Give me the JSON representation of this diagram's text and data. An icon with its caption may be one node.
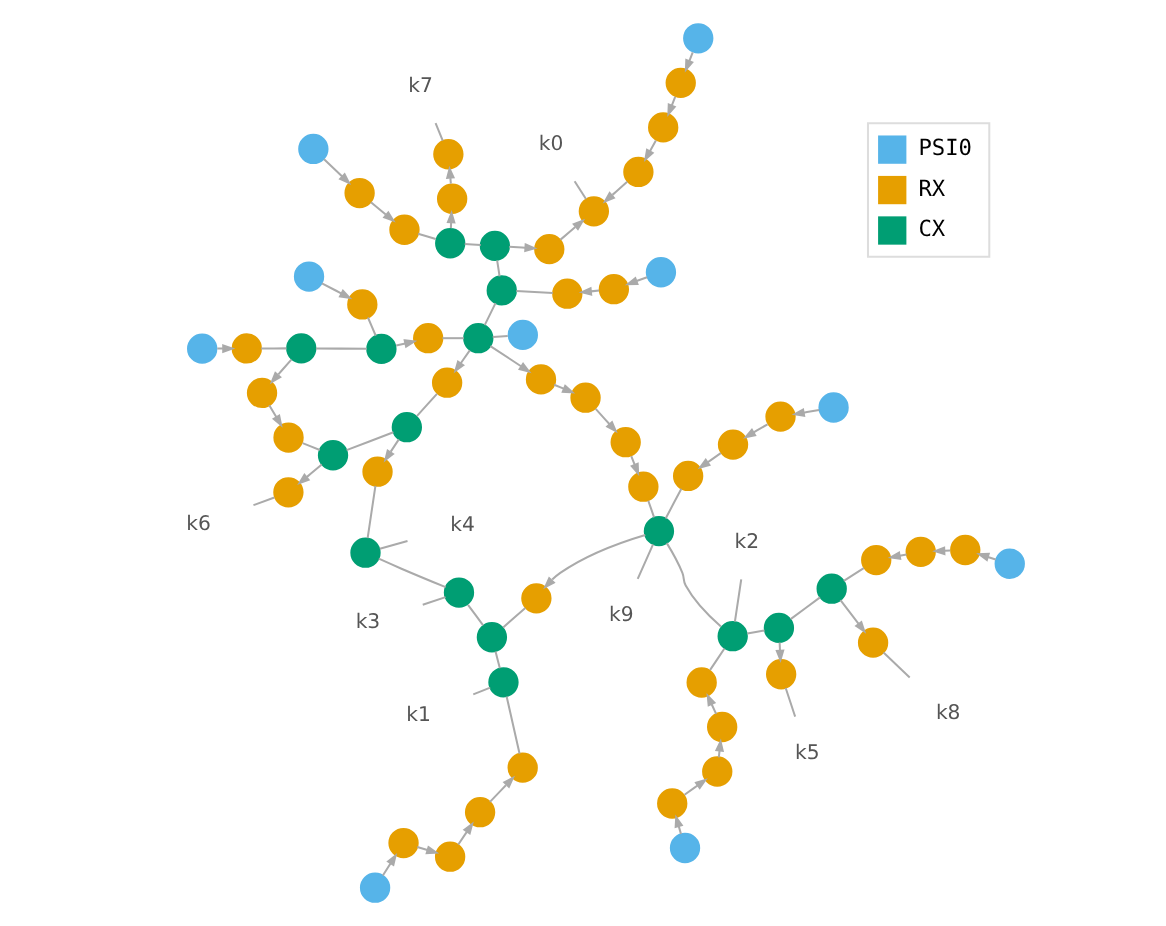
{
  "diagram": {
    "nodes": [
      {
        "text": [],
        "shape": "circle"
      },
      {
        "text": [],
        "shape": "circle"
      },
      {
        "text": [],
        "shape": "circle"
      },
      {
        "text": [],
        "shape": "circle"
      },
      {
        "text": [],
        "shape": "circle"
      },
      {
        "text": [],
        "shape": "circle"
      },
      {
        "text": [],
        "shape": "circle"
      },
      {
        "text": [],
        "shape": "circle"
      },
      {
        "text": [],
        "shape": "circle"
      },
      {
        "text": [],
        "shape": "circle"
      },
      {
        "text": [],
        "shape": "circle"
      },
      {
        "text": [],
        "shape": "circle"
      },
      {
        "text": [],
        "shape": "circle"
      },
      {
        "text": [],
        "shape": "circle"
      },
      {
        "text": [],
        "shape": "circle"
      },
      {
        "text": [],
        "shape": "circle"
      },
      {
        "text": [],
        "shape": "circle"
      },
      {
        "text": [],
        "shape": "circle"
      },
      {
        "text": [],
        "shape": "circle"
      },
      {
        "text": [],
        "shape": "circle"
      },
      {
        "text": [],
        "shape": "circle"
      },
      {
        "text": [],
        "shape": "circle"
      },
      {
        "text": [],
        "shape": "circle"
      },
      {
        "text": [],
        "shape": "circle"
      },
      {
        "text": [],
        "shape": "circle"
      },
      {
        "text": [],
        "shape": "circle"
      },
      {
        "text": [],
        "shape": "circle"
      },
      {
        "text": [],
        "shape": "circle"
      },
      {
        "text": [],
        "shape": "circle"
      },
      {
        "text": [],
        "shape": "circle"
      },
      {
        "text": [],
        "shape": "circle"
      },
      {
        "text": [],
        "shape": "circle"
      },
      {
        "text": [],
        "shape": "circle"
      },
      {
        "text": [],
        "shape": "circle"
      },
      {
        "text": [],
        "shape": "circle"
      },
      {
        "text": [],
        "shape": "circle"
      },
      {
        "text": [],
        "shape": "circle"
      },
      {
        "text": [],
        "shape": "circle"
      },
      {
        "text": [],
        "shape": "circle"
      },
      {
        "text": [],
        "shape": "circle"
      },
      {
        "text": [],
        "shape": "circle"
      },
      {
        "text": [],
        "shape": "circle"
      },
      {
        "text": [],
        "shape": "circle"
      },
      {
        "text": [],
        "shape": "circle"
      },
      {
        "text": [],
        "shape": "circle"
      },
      {
        "text": [],
        "shape": "circle"
      },
      {
        "text": [],
        "shape": "circle"
      },
      {
        "text": [],
        "shape": "circle"
      },
      {
        "text": [],
        "shape": "circle"
      },
      {
        "text": [],
        "shape": "circle"
      },
      {
        "text": [],
        "shape": "circle"
      },
      {
        "text": [],
        "shape": "circle"
      },
      {
        "text": [],
        "shape": "circle"
      },
      {
        "text": [],
        "shape": "circle"
      },
      {
        "text": [],
        "shape": "circle"
      },
      {
        "text": [],
        "shape": "circle"
      },
      {
        "text": [],
        "shape": "circle"
      },
      {
        "text": [],
        "shape": "circle"
      },
      {
        "text": [],
        "shape": "circle"
      },
      {
        "text": [],
        "shape": "circle"
      },
      {
        "text": [],
        "shape": "circle"
      },
      {
        "text": [],
        "shape": "circle"
      },
      {
        "text": [],
        "shape": "circle"
      },
      {
        "text": [],
        "shape": "circle"
      },
      {
        "text": [],
        "shape": "circle"
      },
      {
        "text": [],
        "shape": "circle"
      },
      {
        "text": [
          "k6"
        ]
      },
      {
        "text": [
          "k4"
        ]
      },
      {
        "text": [
          "k3"
        ]
      },
      {
        "text": [
          "k1"
        ]
      },
      {
        "text": [
          "k9"
        ]
      },
      {
        "text": [
          "k2"
        ]
      },
      {
        "text": [
          "k0"
        ]
      },
      {
        "text": [
          "k5"
        ]
      },
      {
        "text": [
          "k8"
        ]
      },
      {
        "text": [
          "k7"
        ]
      }
    ],
    "edges": [
      {
        "from": 0,
        "to": 10,
        "arrow": "to"
      },
      {
        "from": 10,
        "to": 50,
        "arrow": "none"
      },
      {
        "from": 50,
        "to": 12,
        "arrow": "to"
      },
      {
        "from": 12,
        "to": 13,
        "arrow": "to"
      },
      {
        "from": 13,
        "to": 52,
        "arrow": "none"
      },
      {
        "from": 52,
        "to": 14,
        "arrow": "to"
      },
      {
        "from": 14,
        "to": 66,
        "arrow": "none"
      },
      {
        "from": 52,
        "to": 53,
        "arrow": "none"
      },
      {
        "from": 50,
        "to": 51,
        "arrow": "none"
      },
      {
        "from": 1,
        "to": 11,
        "arrow": "to"
      },
      {
        "from": 11,
        "to": 51,
        "arrow": "none"
      },
      {
        "from": 51,
        "to": 15,
        "arrow": "to"
      },
      {
        "from": 15,
        "to": 54,
        "arrow": "none"
      },
      {
        "from": 54,
        "to": 16,
        "arrow": "to"
      },
      {
        "from": 16,
        "to": 53,
        "arrow": "none"
      },
      {
        "from": 53,
        "to": 17,
        "arrow": "to"
      },
      {
        "from": 17,
        "to": 55,
        "arrow": "none"
      },
      {
        "from": 55,
        "to": 67,
        "arrow": "none"
      },
      {
        "from": 55,
        "to": 56,
        "arrow": "none"
      },
      {
        "from": 56,
        "to": 68,
        "arrow": "none"
      },
      {
        "from": 56,
        "to": 57,
        "arrow": "none"
      },
      {
        "from": 57,
        "to": 58,
        "arrow": "none"
      },
      {
        "from": 58,
        "to": 69,
        "arrow": "none"
      },
      {
        "from": 58,
        "to": 29,
        "arrow": "none"
      },
      {
        "from": 9,
        "to": 32,
        "arrow": "to"
      },
      {
        "from": 32,
        "to": 31,
        "arrow": "to"
      },
      {
        "from": 31,
        "to": 30,
        "arrow": "to"
      },
      {
        "from": 30,
        "to": 29,
        "arrow": "to"
      },
      {
        "from": 57,
        "to": 28,
        "arrow": "none"
      },
      {
        "from": 62,
        "to": 28,
        "arrow": "to"
      },
      {
        "from": 62,
        "to": 70,
        "arrow": "none"
      },
      {
        "from": 7,
        "to": 35,
        "arrow": "to"
      },
      {
        "from": 35,
        "to": 34,
        "arrow": "to"
      },
      {
        "from": 34,
        "to": 33,
        "arrow": "to"
      },
      {
        "from": 33,
        "to": 62,
        "arrow": "none"
      },
      {
        "from": 62,
        "to": 63,
        "arrow": "none"
      },
      {
        "from": 63,
        "to": 71,
        "arrow": "none"
      },
      {
        "from": 63,
        "to": 64,
        "arrow": "none"
      },
      {
        "from": 64,
        "to": 45,
        "arrow": "to"
      },
      {
        "from": 45,
        "to": 73,
        "arrow": "none"
      },
      {
        "from": 64,
        "to": 65,
        "arrow": "none"
      },
      {
        "from": 65,
        "to": 46,
        "arrow": "to"
      },
      {
        "from": 46,
        "to": 74,
        "arrow": "none"
      },
      {
        "from": 65,
        "to": 47,
        "arrow": "none"
      },
      {
        "from": 48,
        "to": 47,
        "arrow": "to"
      },
      {
        "from": 49,
        "to": 48,
        "arrow": "to"
      },
      {
        "from": 8,
        "to": 49,
        "arrow": "to"
      },
      {
        "from": 4,
        "to": 54,
        "arrow": "none"
      },
      {
        "from": 54,
        "to": 18,
        "arrow": "to"
      },
      {
        "from": 18,
        "to": 19,
        "arrow": "to"
      },
      {
        "from": 19,
        "to": 24,
        "arrow": "to"
      },
      {
        "from": 24,
        "to": 27,
        "arrow": "to"
      },
      {
        "from": 27,
        "to": 62,
        "arrow": "none"
      },
      {
        "from": 5,
        "to": 20,
        "arrow": "to"
      },
      {
        "from": 20,
        "to": 22,
        "arrow": "to"
      },
      {
        "from": 22,
        "to": 26,
        "arrow": "to"
      },
      {
        "from": 26,
        "to": 43,
        "arrow": "to"
      },
      {
        "from": 43,
        "to": 72,
        "arrow": "none"
      },
      {
        "from": 6,
        "to": 21,
        "arrow": "to"
      },
      {
        "from": 21,
        "to": 23,
        "arrow": "to"
      },
      {
        "from": 23,
        "to": 25,
        "arrow": "to"
      },
      {
        "from": 25,
        "to": 44,
        "arrow": "to"
      },
      {
        "from": 44,
        "to": 63,
        "arrow": "none"
      },
      {
        "from": 54,
        "to": 59,
        "arrow": "none"
      },
      {
        "from": 59,
        "to": 36,
        "arrow": "none"
      },
      {
        "from": 37,
        "to": 36,
        "arrow": "to"
      },
      {
        "from": 2,
        "to": 37,
        "arrow": "to"
      },
      {
        "from": 59,
        "to": 60,
        "arrow": "none"
      },
      {
        "from": 60,
        "to": 42,
        "arrow": "to"
      },
      {
        "from": 42,
        "to": 43,
        "arrow": "to"
      },
      {
        "from": 60,
        "to": 61,
        "arrow": "none"
      },
      {
        "from": 61,
        "to": 38,
        "arrow": "none"
      },
      {
        "from": 39,
        "to": 38,
        "arrow": "to"
      },
      {
        "from": 3,
        "to": 39,
        "arrow": "to"
      },
      {
        "from": 61,
        "to": 40,
        "arrow": "to"
      },
      {
        "from": 40,
        "to": 41,
        "arrow": "to"
      },
      {
        "from": 41,
        "to": 75,
        "arrow": "none"
      }
    ],
    "legend": [
      {
        "text": "PSI0",
        "color": "#56b4e9"
      },
      {
        "text": "RX",
        "color": "#e69f00"
      },
      {
        "text": "CX",
        "color": "#009e73"
      }
    ]
  }
}
